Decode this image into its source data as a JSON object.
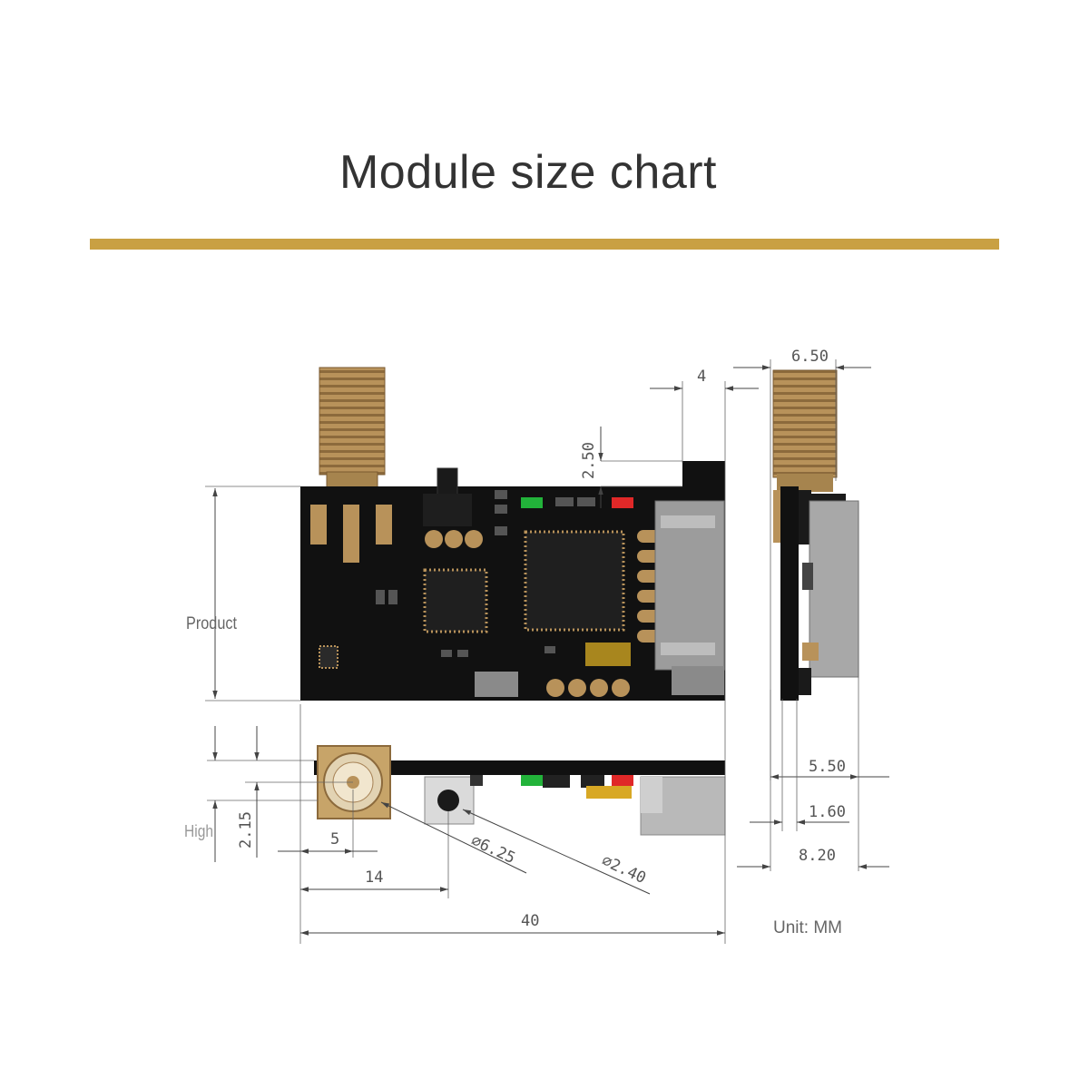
{
  "header": {
    "title": "Module size chart"
  },
  "colors": {
    "accent_rule": "#C9A043",
    "pcb": "#111111",
    "gold": "#B8925A",
    "connector": "#9C9C9C",
    "led_green": "#22B33A",
    "led_red": "#E02828"
  },
  "labels": {
    "product": "Product",
    "height": "High",
    "unit": "Unit: MM"
  },
  "dimensions": {
    "d_650": "6.50",
    "d_4": "4",
    "d_250": "2.50",
    "d_550": "5.50",
    "d_160": "1.60",
    "d_820": "8.20",
    "d_215": "2.15",
    "d_5": "5",
    "d_14": "14",
    "d_40": "40",
    "d_625": "∅6.25",
    "d_240": "∅2.40"
  }
}
